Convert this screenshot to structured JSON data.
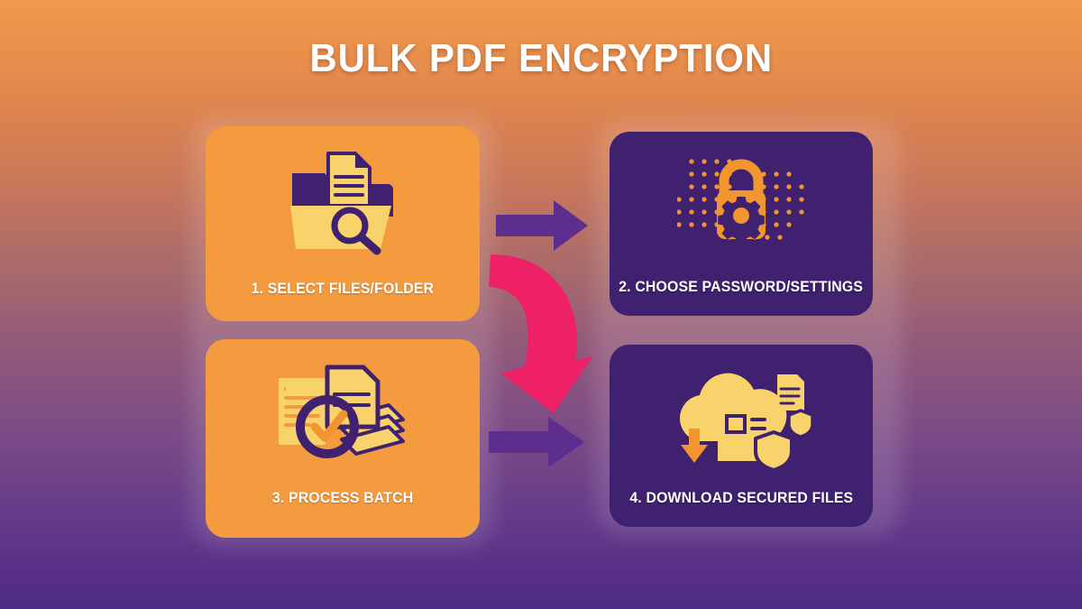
{
  "title": "BULK PDF ENCRYPTION",
  "theme": {
    "bg_top": "#f09a4c",
    "bg_bottom": "#4e2b85",
    "orange_card": "#f59b3f",
    "purple_card": "#3f2170",
    "icon_yellow": "#f8d26a",
    "icon_purple": "#3f2170",
    "icon_orange": "#f2952f",
    "arrow_purple": "#5d2e8e",
    "arrow_pink": "#ef2166",
    "text_white": "#ffffff"
  },
  "steps": [
    {
      "id": "step-1",
      "caption": "1. SELECT FILES/FOLDER",
      "icon": "folder-search-document-icon",
      "style": "orange"
    },
    {
      "id": "step-2",
      "caption": "2. CHOOSE PASSWORD/SETTINGS",
      "icon": "padlock-gear-icon",
      "style": "purple"
    },
    {
      "id": "step-3",
      "caption": "3. PROCESS BATCH",
      "icon": "documents-checkmark-icon",
      "style": "orange"
    },
    {
      "id": "step-4",
      "caption": "4. DOWNLOAD SECURED FILES",
      "icon": "cloud-download-shield-icon",
      "style": "purple"
    }
  ],
  "connectors": [
    {
      "id": "arrow-1-to-2",
      "icon": "arrow-right-icon",
      "color": "#5d2e8e"
    },
    {
      "id": "arrow-2-to-3",
      "icon": "curved-arrow-down-icon",
      "color": "#ef2166"
    },
    {
      "id": "arrow-3-to-4",
      "icon": "arrow-right-icon",
      "color": "#5d2e8e"
    }
  ]
}
